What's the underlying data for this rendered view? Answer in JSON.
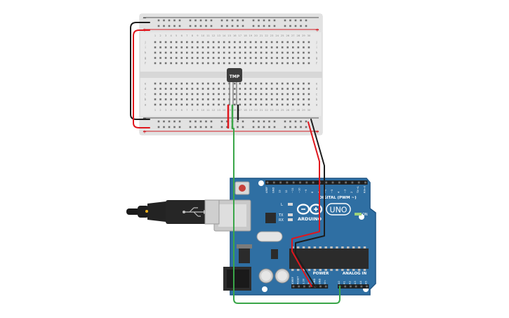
{
  "breadboard": {
    "row_letters_top": [
      "j",
      "i",
      "h",
      "g",
      "f"
    ],
    "row_letters_bottom": [
      "e",
      "d",
      "c",
      "b",
      "a"
    ],
    "column_numbers": [
      "1",
      "2",
      "3",
      "4",
      "5",
      "6",
      "7",
      "8",
      "9",
      "10",
      "11",
      "12",
      "13",
      "14",
      "15",
      "16",
      "17",
      "18",
      "19",
      "20",
      "21",
      "22",
      "23",
      "24",
      "25",
      "26",
      "27",
      "28",
      "29",
      "30"
    ],
    "rail_plus": "+",
    "rail_minus": "−"
  },
  "sensor": {
    "label": "TMP"
  },
  "arduino": {
    "brand": "ARDUINO",
    "model": "UNO",
    "digital_header_label": "DIGITAL (PWM ~)",
    "power_header_label": "POWER",
    "analog_header_label": "ANALOG IN",
    "on_led_label": "ON",
    "tx_label": "TX",
    "rx_label": "RX",
    "l_label": "L",
    "digital_pins": [
      "AREF",
      "GND",
      "13",
      "12",
      "~11",
      "~10",
      "~9",
      "8",
      "7",
      "~6",
      "~5",
      "4",
      "~3",
      "2",
      "TX→1",
      "RX←0"
    ],
    "power_pins": [
      "IOREF",
      "RESET",
      "3.3V",
      "5V",
      "GND",
      "GND",
      "Vin"
    ],
    "analog_pins": [
      "A0",
      "A1",
      "A2",
      "A3",
      "A4",
      "A5"
    ]
  },
  "colors": {
    "board": "#2f6fa3",
    "board_edge": "#1f5585",
    "breadboard": "#e9e9e9",
    "wire_red": "#e0161d",
    "wire_black": "#1e1e1e",
    "wire_green": "#3aa648",
    "sensor": "#3d3d3d"
  }
}
